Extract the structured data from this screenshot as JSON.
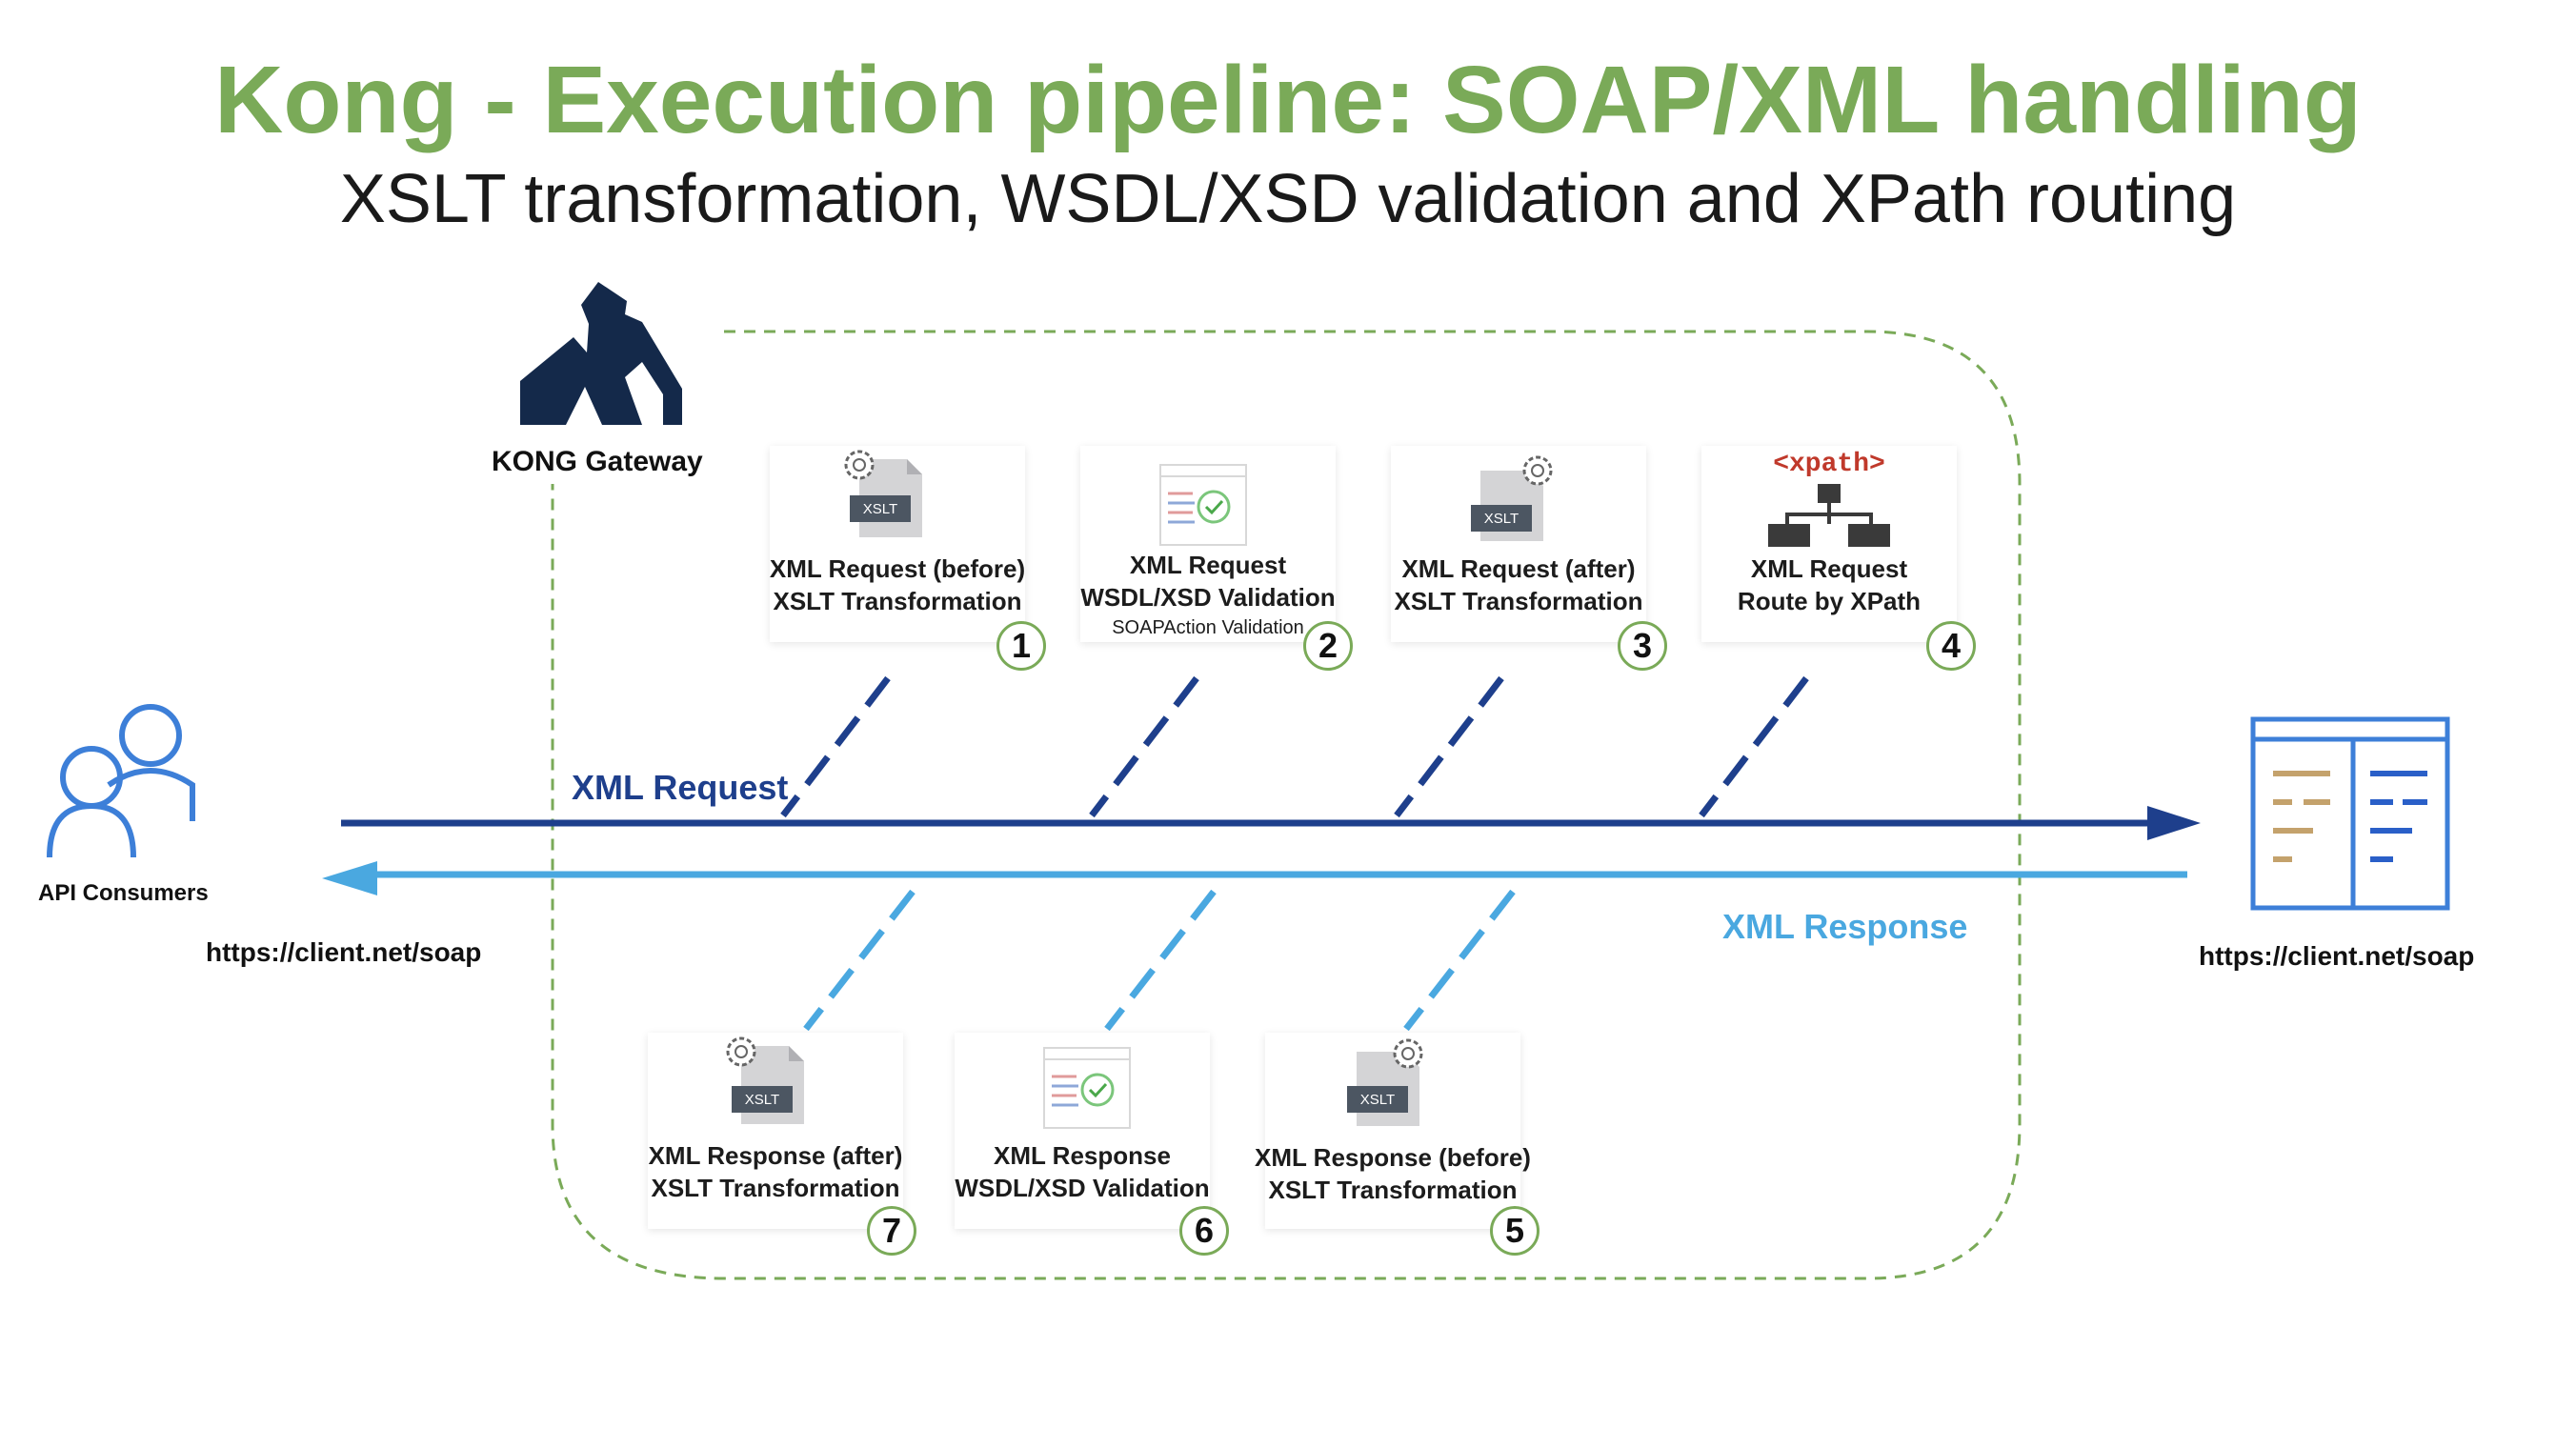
{
  "header": {
    "title": "Kong - Execution pipeline: SOAP/XML handling",
    "subtitle": "XSLT transformation, WSDL/XSD validation and XPath routing"
  },
  "gateway": {
    "label": "KONG Gateway",
    "icon": "kong-gorilla-logo"
  },
  "consumers": {
    "label": "API Consumers",
    "url": "https://client.net/soap",
    "icon": "users-icon"
  },
  "upstream": {
    "url": "https://client.net/soap",
    "icon": "document-service-icon"
  },
  "flows": {
    "request_label": "XML Request",
    "response_label": "XML Response"
  },
  "request_steps": [
    {
      "line1": "XML Request (before)",
      "line2": "XSLT Transformation",
      "line3": "",
      "number": "1",
      "icon": "xslt-gear-icon"
    },
    {
      "line1": "XML Request",
      "line2": "WSDL/XSD Validation",
      "line3": "SOAPAction Validation",
      "number": "2",
      "icon": "validation-check-icon"
    },
    {
      "line1": "XML Request (after)",
      "line2": "XSLT Transformation",
      "line3": "",
      "number": "3",
      "icon": "xslt-gear-icon"
    },
    {
      "line1": "XML Request",
      "line2": "Route by XPath",
      "line3": "",
      "number": "4",
      "icon": "xpath-tree-icon",
      "tag": "<xpath>"
    }
  ],
  "response_steps": [
    {
      "line1": "XML Response (after)",
      "line2": "XSLT Transformation",
      "number": "7",
      "icon": "xslt-gear-icon"
    },
    {
      "line1": "XML Response",
      "line2": "WSDL/XSD Validation",
      "number": "6",
      "icon": "validation-check-icon"
    },
    {
      "line1": "XML Response (before)",
      "line2": "XSLT Transformation",
      "number": "5",
      "icon": "xslt-gear-icon"
    }
  ],
  "colors": {
    "title": "#7aaa58",
    "request": "#1e3f8c",
    "response": "#4aa8e0",
    "boundary": "#7aaa58",
    "kong": "#14294a"
  }
}
